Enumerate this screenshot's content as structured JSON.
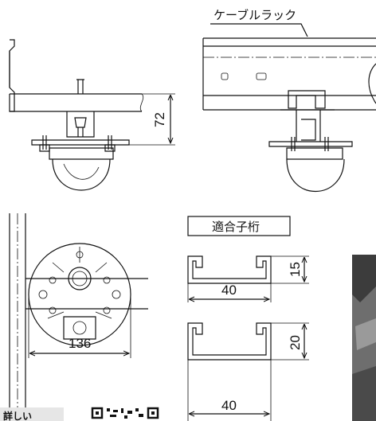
{
  "labels": {
    "cable_rack": "ケーブルラック",
    "compatible_beams": "適合子桁",
    "detail_caption": "詳しい"
  },
  "dimensions": {
    "height_side": "72",
    "plate_width": "136",
    "beam1_height": "15",
    "beam1_width": "40",
    "beam2_height": "20",
    "beam2_width": "40"
  }
}
